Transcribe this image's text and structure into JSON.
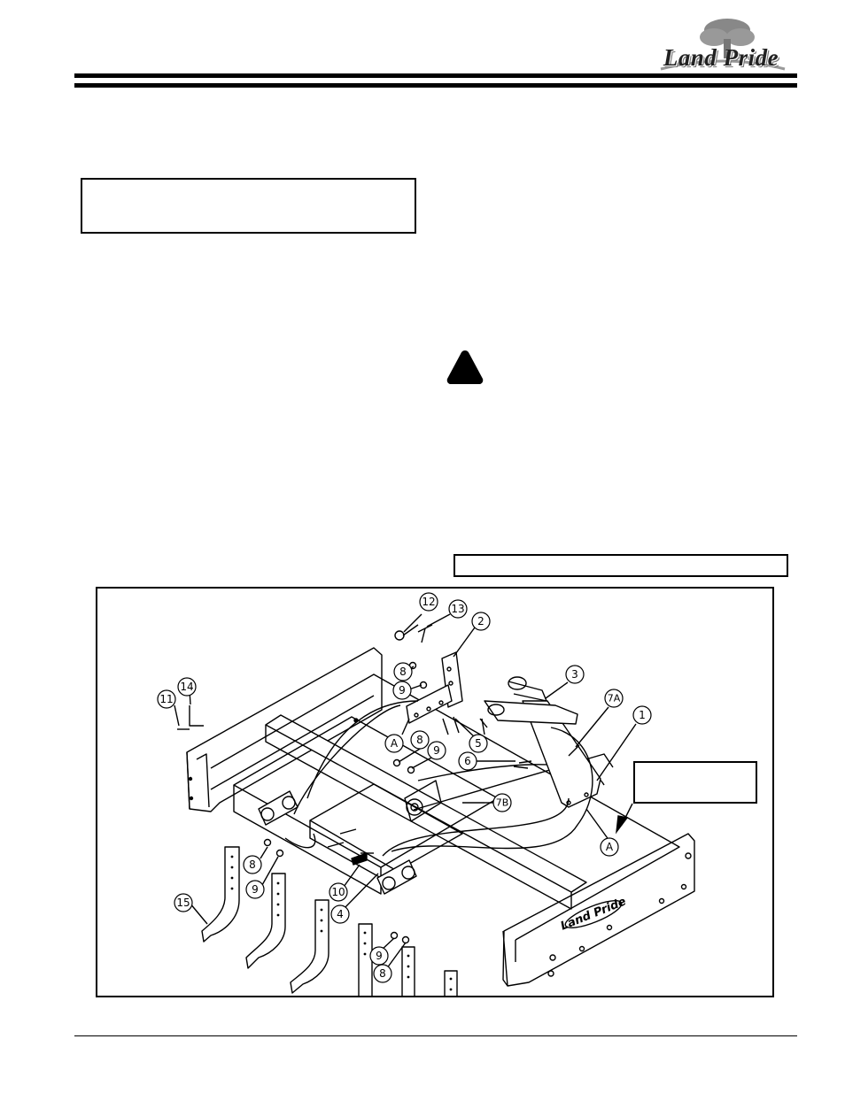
{
  "header": {
    "brand_logo": "Land Pride"
  },
  "figure": {
    "labels": {
      "l12": "12",
      "l13": "13",
      "l2": "2",
      "l8a": "8",
      "l9a": "9",
      "l3": "3",
      "l7A": "7A",
      "l1": "1",
      "l14": "14",
      "l11": "11",
      "lAa": "A",
      "l8b": "8",
      "l9b": "9",
      "l5": "5",
      "l6": "6",
      "l7B": "7B",
      "lAb": "A",
      "l8c": "8",
      "l9c": "9",
      "l10": "10",
      "l4": "4",
      "l15": "15",
      "l9d": "9",
      "l8d": "8"
    },
    "plate_logo": "Land Pride"
  }
}
